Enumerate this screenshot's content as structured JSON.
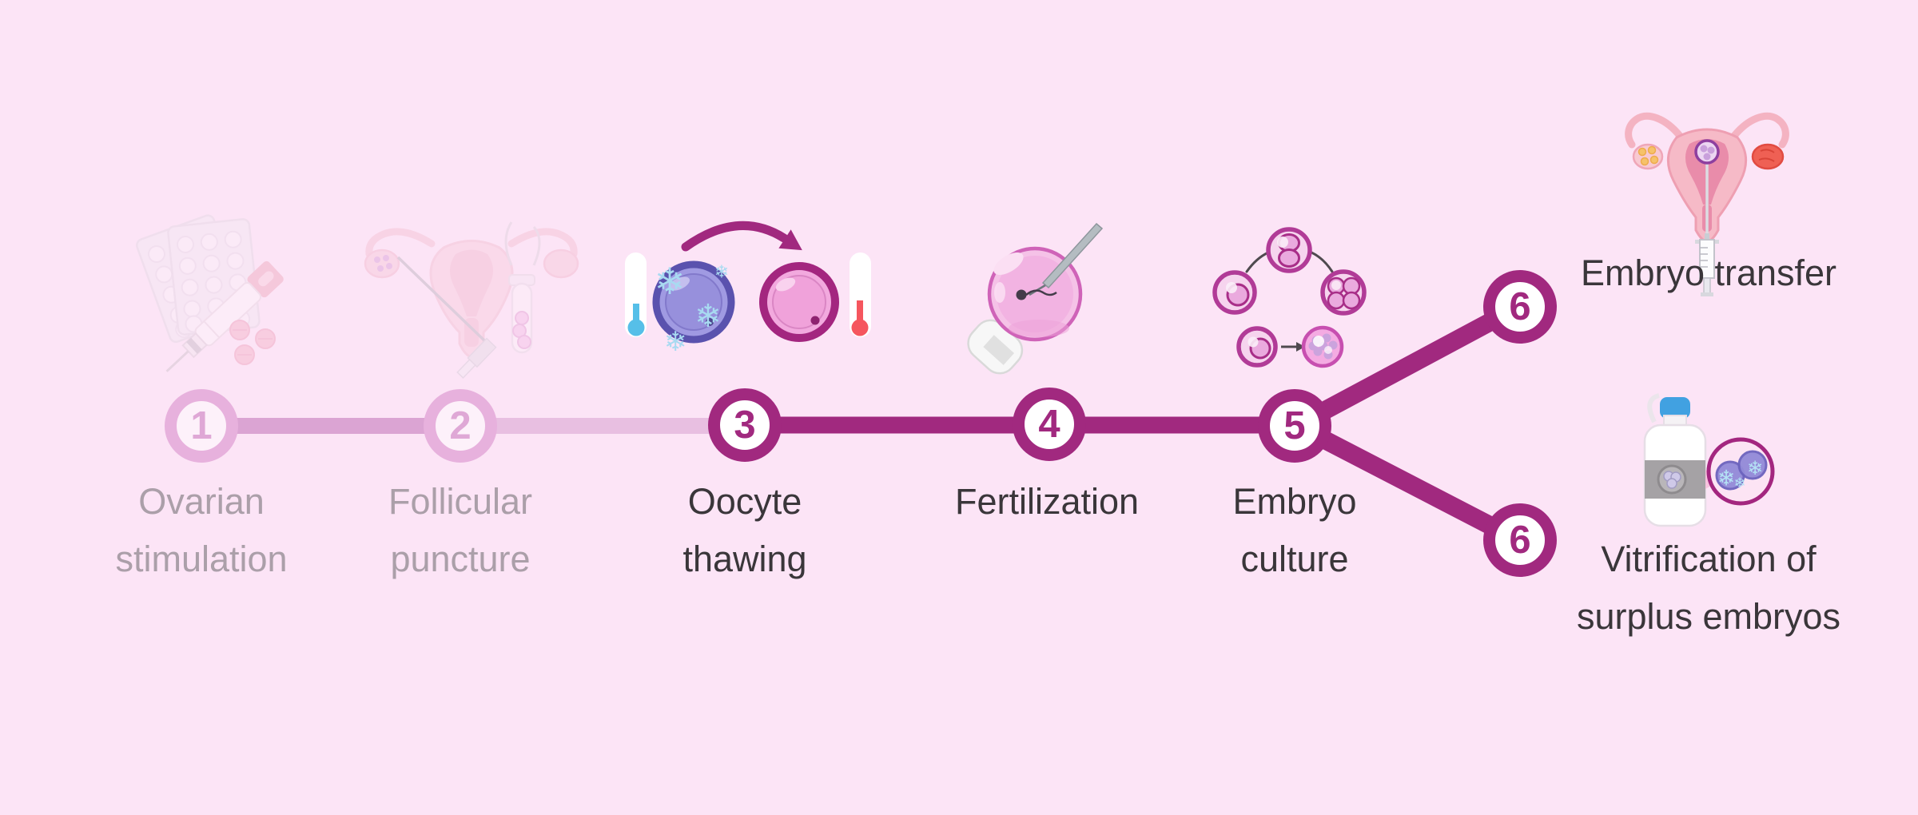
{
  "colors": {
    "background": "#fce4f6",
    "accent_magenta": "#a1297f",
    "inactive_pink_ring": "#e7b1dd",
    "inactive_pink_line": "#dba4d3",
    "inactive_pink_line_light": "#e8bfe1",
    "active_label_text": "#3a363a",
    "inactive_label_text": "#ab9fa9",
    "frozen_oocyte_purple": "#a09ae2",
    "warm_oocyte_pink": "#f2a9de",
    "cold_thermometer_blue": "#56bfe8",
    "warm_thermometer_red": "#f5565e",
    "tank_cap_blue": "#41a1e1"
  },
  "steps": [
    {
      "number": "1",
      "label": "Ovarian stimulation",
      "state": "inactive",
      "icon": "medication-syringe-icon"
    },
    {
      "number": "2",
      "label": "Follicular puncture",
      "state": "inactive",
      "icon": "uterus-puncture-icon"
    },
    {
      "number": "3",
      "label": "Oocyte thawing",
      "state": "active",
      "icon": "oocyte-thawing-icon"
    },
    {
      "number": "4",
      "label": "Fertilization",
      "state": "active",
      "icon": "icsi-fertilization-icon"
    },
    {
      "number": "5",
      "label": "Embryo culture",
      "state": "active",
      "icon": "embryo-culture-icon"
    },
    {
      "number": "6",
      "label": "Embryo transfer",
      "state": "active",
      "icon": "embryo-transfer-icon"
    },
    {
      "number": "6",
      "label": "Vitrification of surplus embryos",
      "state": "active",
      "icon": "vitrification-tank-icon"
    }
  ]
}
